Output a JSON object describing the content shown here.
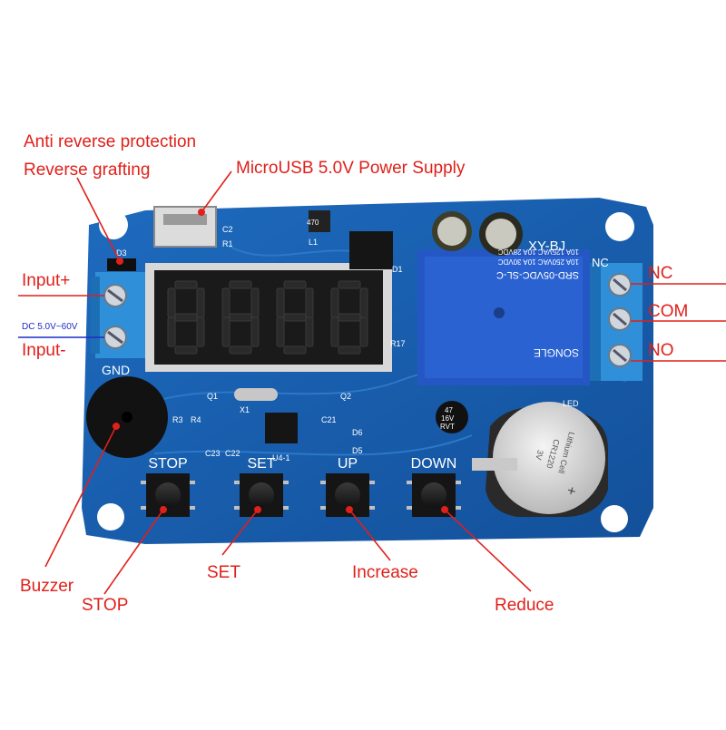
{
  "annotations": {
    "anti_reverse": "Anti reverse protection",
    "reverse_grafting": "Reverse grafting",
    "microusb": "MicroUSB 5.0V Power Supply",
    "input_plus": "Input+",
    "dc_range": "DC 5.0V~60V",
    "input_minus": "Input-",
    "nc": "NC",
    "com": "COM",
    "no": "NO",
    "buzzer": "Buzzer",
    "stop": "STOP",
    "set": "SET",
    "increase": "Increase",
    "reduce": "Reduce"
  },
  "board": {
    "model": "XY-BJ",
    "gnd": "GND",
    "nc_label": "NC",
    "buttons": [
      "STOP",
      "SET",
      "UP",
      "DOWN"
    ],
    "relay": {
      "line1": "SRD-05VDC-SL-C",
      "line2": "10A 250VAC 10A 30VDC",
      "line3": "10A 125VAC 10A 28VDC",
      "brand": "SONGLE"
    },
    "capacitor": {
      "line1": "47",
      "line2": "16V",
      "line3": "RVT"
    },
    "battery": {
      "line1": "Lithium Cell",
      "line2": "CR1220",
      "line3": "3V",
      "plus": "+"
    },
    "silkscreen": [
      "D3",
      "C2",
      "R1",
      "L1",
      "D1",
      "R17",
      "Q1",
      "Q2",
      "X1",
      "R3",
      "R4",
      "C21",
      "D6",
      "D5",
      "C23",
      "C22",
      "U4-1",
      "LED"
    ],
    "inductor": "470"
  },
  "colors": {
    "annotation": "#e0201a",
    "arrow_blue": "#1d2cc9",
    "pcb": "#1a5fae",
    "terminal": "#2f8fd8",
    "relay": "#2457c4"
  }
}
